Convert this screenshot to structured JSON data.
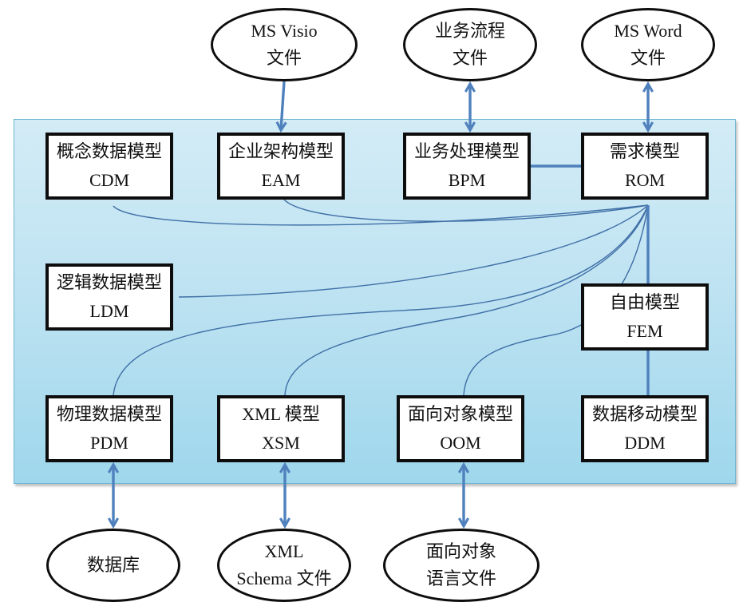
{
  "diagram": {
    "colors": {
      "connector": "#4f81bd",
      "panel_top": "#d3ecf6",
      "panel_bottom": "#9fd7ec",
      "box_border": "#0d0d0d"
    },
    "models": {
      "cdm": {
        "zh": "概念数据模型",
        "abbr": "CDM"
      },
      "eam": {
        "zh": "企业架构模型",
        "abbr": "EAM"
      },
      "bpm": {
        "zh": "业务处理模型",
        "abbr": "BPM"
      },
      "rom": {
        "zh": "需求模型",
        "abbr": "ROM"
      },
      "ldm": {
        "zh": "逻辑数据模型",
        "abbr": "LDM"
      },
      "fem": {
        "zh": "自由模型",
        "abbr": "FEM"
      },
      "pdm": {
        "zh": "物理数据模型",
        "abbr": "PDM"
      },
      "xsm": {
        "zh": "XML 模型",
        "abbr": "XSM"
      },
      "oom": {
        "zh": "面向对象模型",
        "abbr": "OOM"
      },
      "ddm": {
        "zh": "数据移动模型",
        "abbr": "DDM"
      }
    },
    "files": {
      "visio": {
        "line1": "MS Visio",
        "line2": "文件"
      },
      "bp": {
        "line1": "业务流程",
        "line2": "文件"
      },
      "word": {
        "line1": "MS Word",
        "line2": "文件"
      },
      "db": {
        "line1": "数据库"
      },
      "xml": {
        "line1": "XML",
        "line2": "Schema 文件"
      },
      "oo": {
        "line1": "面向对象",
        "line2": "语言文件"
      }
    },
    "connections": [
      {
        "from": "visio",
        "to": "eam",
        "type": "one-way-arrow"
      },
      {
        "from": "bp",
        "to": "bpm",
        "type": "two-way-arrow"
      },
      {
        "from": "word",
        "to": "rom",
        "type": "two-way-arrow"
      },
      {
        "from": "pdm",
        "to": "db",
        "type": "two-way-arrow"
      },
      {
        "from": "xsm",
        "to": "xml",
        "type": "two-way-arrow"
      },
      {
        "from": "oom",
        "to": "oo",
        "type": "two-way-arrow"
      },
      {
        "from": "bpm",
        "to": "rom",
        "type": "line"
      },
      {
        "from": "rom",
        "to": "fem",
        "type": "line"
      },
      {
        "from": "fem",
        "to": "ddm",
        "type": "line"
      },
      {
        "from": "rom",
        "to": "cdm",
        "type": "curve"
      },
      {
        "from": "rom",
        "to": "eam",
        "type": "curve"
      },
      {
        "from": "rom",
        "to": "ldm",
        "type": "curve"
      },
      {
        "from": "rom",
        "to": "pdm",
        "type": "curve"
      },
      {
        "from": "rom",
        "to": "xsm",
        "type": "curve"
      },
      {
        "from": "rom",
        "to": "oom",
        "type": "curve"
      }
    ]
  }
}
